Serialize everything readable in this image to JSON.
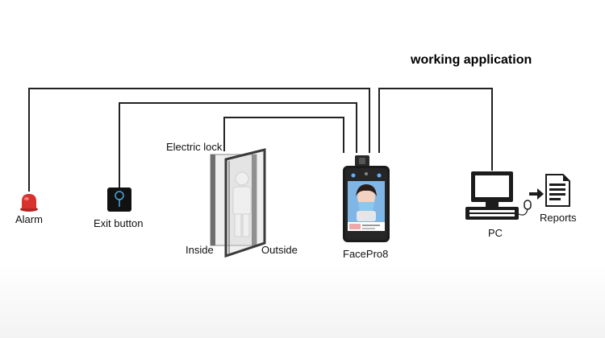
{
  "title": "working application",
  "labels": {
    "alarm": "Alarm",
    "exit_button": "Exit button",
    "electric_lock": "Electric lock",
    "inside": "Inside",
    "outside": "Outside",
    "device": "FacePro8",
    "pc": "PC",
    "reports": "Reports"
  },
  "colors": {
    "wire": "#222222",
    "alarm": "#d8322f",
    "device_body": "#1b1b1b",
    "screen_bg": "#7fb6e6"
  }
}
